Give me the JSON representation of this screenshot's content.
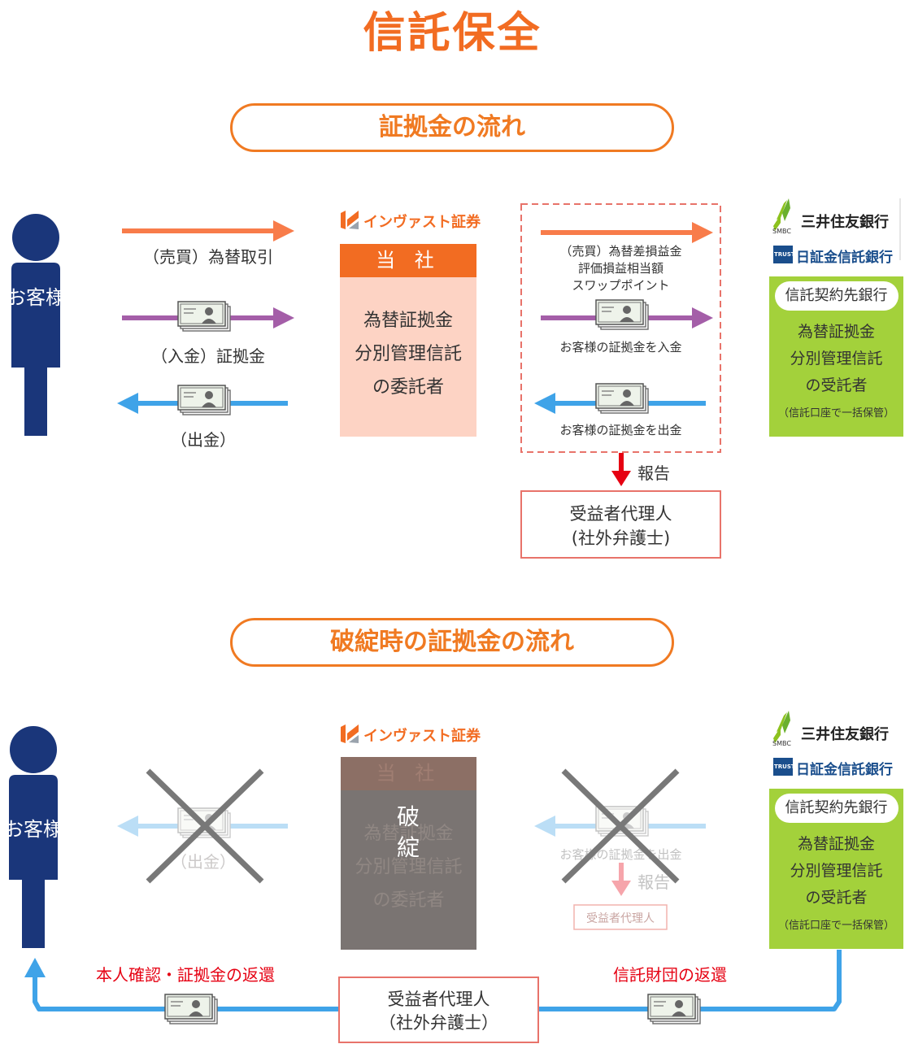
{
  "page": {
    "title": "信託保全"
  },
  "sections": {
    "normal": {
      "heading": "証拠金の流れ"
    },
    "bankruptcy": {
      "heading": "破綻時の証拠金の流れ"
    }
  },
  "customer": {
    "label": "お客様"
  },
  "normal_flow": {
    "arrow_trade": "（売買）為替取引",
    "arrow_deposit": "（入金）証拠金",
    "arrow_withdraw": "（出金）",
    "company": {
      "brand": "インヴァスト証券",
      "header": "当 社",
      "lines": [
        "為替証拠金",
        "分別管理信託",
        "の委託者"
      ]
    },
    "dashed_box": {
      "trade_lines": [
        "（売買）為替差損益金",
        "評価損益相当額",
        "スワップポイント"
      ],
      "deposit": "お客様の証拠金を入金",
      "withdraw": "お客様の証拠金を出金"
    },
    "report": "報告",
    "beneficiary": [
      "受益者代理人",
      "(社外弁護士)"
    ]
  },
  "bank": {
    "smbc_tag": "SMBC",
    "smbc_name": "三井住友銀行",
    "trust_tag": "TRUST",
    "trust_name": "日証金信託銀行",
    "pill": "信託契約先銀行",
    "lines": [
      "為替証拠金",
      "分別管理信託",
      "の受託者"
    ],
    "note": "（信託口座で一括保管）"
  },
  "bankruptcy_flow": {
    "withdraw": "（出金）",
    "company_brand": "インヴァスト証券",
    "company_header": "当 社",
    "company_lines": [
      "為替証拠金",
      "分別管理信託",
      "の委託者"
    ],
    "failure_mark": [
      "破",
      "綻"
    ],
    "withdraw_right": "お客様の証拠金を出金",
    "report": "報告",
    "beneficiary_small": "受益者代理人",
    "return_left": "本人確認・証拠金の返還",
    "return_right": "信託財団の返還",
    "beneficiary": [
      "受益者代理人",
      "（社外弁護士）"
    ]
  },
  "colors": {
    "accent": "#f26c22",
    "navy": "#1a367a",
    "purple": "#a45ea8",
    "blue": "#3fa3e8",
    "green": "#a3d13b",
    "red": "#e60012"
  },
  "icons": [
    "person-icon",
    "banknote-icon",
    "invast-logo-icon",
    "smbc-logo-icon",
    "trust-logo-icon",
    "cross-mark-icon"
  ]
}
